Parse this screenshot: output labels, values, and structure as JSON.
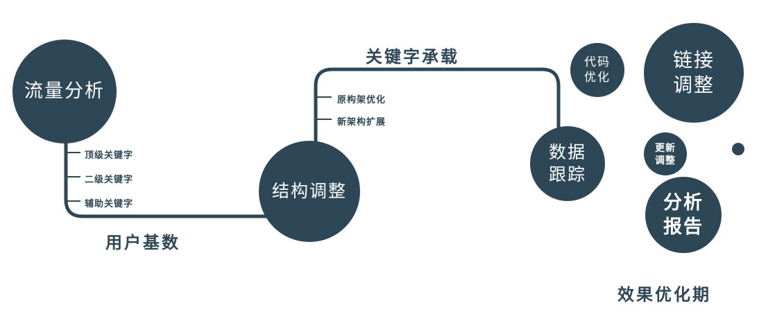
{
  "diagram": {
    "colors": {
      "accent": "#2e4756",
      "background": "#ffffff",
      "node_text": "#ffffff"
    },
    "nodes": {
      "traffic": {
        "label": "流量分析"
      },
      "structure": {
        "label": "结构调整"
      },
      "data_tracking": {
        "line1": "数据",
        "line2": "跟踪"
      },
      "code_optimization": {
        "line1": "代码",
        "line2": "优化"
      },
      "link_adjustment": {
        "line1": "链接",
        "line2": "调整"
      },
      "update_adjustment": {
        "line1": "更新",
        "line2": "调整"
      },
      "analysis_report": {
        "line1": "分析",
        "line2": "报告"
      }
    },
    "edge_labels": {
      "user_base": "用户基数",
      "keyword_carry": "关键字承载",
      "effect_period": "效果优化期"
    },
    "branches": {
      "traffic": [
        "顶级关键字",
        "二级关键字",
        "辅助关键字"
      ],
      "structure": [
        "原构架优化",
        "新架构扩展"
      ]
    }
  }
}
